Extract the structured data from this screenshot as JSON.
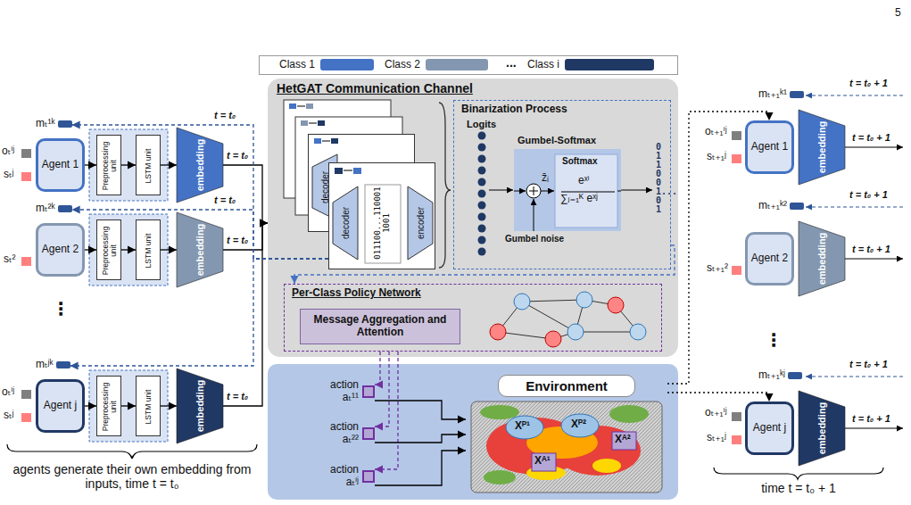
{
  "diagram": {
    "nodes": [
      {
        "text": [
          "mₜ¹ᵏ"
        ]
      },
      {
        "text": [
          "Agent 1"
        ]
      },
      {
        "text": [
          "Preprocessing unit"
        ]
      },
      {
        "text": [
          "LSTM unit"
        ]
      },
      {
        "text": [
          "embedding"
        ]
      },
      {
        "text": [
          "mₜ²ᵏ"
        ]
      },
      {
        "text": [
          "Agent 2"
        ]
      },
      {
        "text": [
          "Preprocessing unit"
        ]
      },
      {
        "text": [
          "LSTM unit"
        ]
      },
      {
        "text": [
          "embedding"
        ]
      },
      {
        "text": [
          "mₜʲᵏ"
        ]
      },
      {
        "text": [
          "Agent j"
        ]
      },
      {
        "text": [
          "Preprocessing unit"
        ]
      },
      {
        "text": [
          "LSTM unit"
        ]
      },
      {
        "text": [
          "embedding"
        ]
      },
      {
        "text": [
          "HetGAT Communication Channel"
        ]
      },
      {
        "text": [
          "decoder"
        ],
        "in": 15
      },
      {
        "text": [
          "decoder",
          "011100...1100011001",
          "encoder"
        ],
        "in": 15
      },
      {
        "text": [
          "Binarization Process",
          "Logits"
        ],
        "in": 15
      },
      {
        "text": [
          "Gumbel-Softmax",
          "Softmax"
        ],
        "in": 18
      },
      {
        "text": [
          "Per-Class Policy Network"
        ],
        "in": 15
      },
      {
        "text": [
          "Message Aggregation and Attention"
        ],
        "in": 20
      },
      {
        "text": [
          "Environment"
        ]
      },
      {
        "text": [
          "action aₜ¹¹"
        ]
      },
      {
        "text": [
          "action aₜ²²"
        ]
      },
      {
        "text": [
          "action aₜⁱʲ"
        ]
      },
      {
        "text": [
          "mₜ₊₁ᵏ¹"
        ]
      },
      {
        "text": [
          "Agent 1"
        ]
      },
      {
        "text": [
          "embedding"
        ]
      },
      {
        "text": [
          "mₜ₊₁ᵏ²"
        ]
      },
      {
        "text": [
          "Agent 2"
        ]
      },
      {
        "text": [
          "embedding"
        ]
      },
      {
        "text": [
          "mₜ₊₁ᵏʲ"
        ]
      },
      {
        "text": [
          "Agent j"
        ]
      },
      {
        "text": [
          "embedding"
        ]
      }
    ],
    "edges": [
      {
        "from": 1,
        "to": 2,
        "arrow": "to"
      },
      {
        "from": 2,
        "to": 3,
        "arrow": "to"
      },
      {
        "from": 3,
        "to": 4,
        "arrow": "to"
      },
      {
        "from": 6,
        "to": 7,
        "arrow": "to"
      },
      {
        "from": 7,
        "to": 8,
        "arrow": "to"
      },
      {
        "from": 8,
        "to": 9,
        "arrow": "to"
      },
      {
        "from": 11,
        "to": 12,
        "arrow": "to"
      },
      {
        "from": 12,
        "to": 13,
        "arrow": "to"
      },
      {
        "from": 13,
        "to": 14,
        "arrow": "to"
      },
      {
        "from": 4,
        "to": 15,
        "arrow": "to"
      },
      {
        "from": 9,
        "to": 15,
        "arrow": "to"
      },
      {
        "from": 14,
        "to": 15,
        "arrow": "to"
      },
      {
        "from": 17,
        "to": 0,
        "arrow": "to"
      },
      {
        "from": 17,
        "to": 5,
        "arrow": "to"
      },
      {
        "from": 17,
        "to": 10,
        "arrow": "to"
      },
      {
        "from": 18,
        "to": 20,
        "arrow": "to"
      },
      {
        "from": 20,
        "to": 23,
        "arrow": "to"
      },
      {
        "from": 20,
        "to": 24,
        "arrow": "to"
      },
      {
        "from": 20,
        "to": 25,
        "arrow": "to"
      },
      {
        "from": 23,
        "to": 22,
        "arrow": "to"
      },
      {
        "from": 24,
        "to": 22,
        "arrow": "to"
      },
      {
        "from": 25,
        "to": 22,
        "arrow": "to"
      },
      {
        "from": 22,
        "to": 27,
        "arrow": "to"
      },
      {
        "from": 22,
        "to": 33,
        "arrow": "to"
      }
    ],
    "labels": [
      "5",
      "...",
      "z̄ᵢ",
      "eˣⁱ",
      "∑ⱼ₌₁ᴷ eˣʲ",
      "Gumbel noise",
      "011001...01",
      "Xᴾ¹",
      "Xᴾ²",
      "Xᴬ²",
      "Xᴬ¹",
      "oₜⁱʲ",
      "sₜʲ",
      "t = t₀",
      "t = t₀",
      "sₜ²",
      "t = t₀",
      "t = t₀",
      "⋮",
      "oₜⁱʲ",
      "sₜʲ",
      "t = t₀",
      "agents generate their own embedding from inputs, time t = t₀",
      "t = t₀ + 1",
      "oₜ₊₁ⁱʲ",
      "sₜ₊₁ʲ",
      "t = t₀ + 1",
      "t = t₀ + 1",
      "sₜ₊₁²",
      "t = t₀ + 1",
      "⋮",
      "t = t₀ + 1",
      "oₜ₊₁ⁱʲ",
      "sₜ₊₁ʲ",
      "t = t₀ + 1",
      "time t = t₀ + 1"
    ],
    "legend": [
      {
        "text": "Class 1",
        "color": "#4472c4"
      },
      {
        "text": "Class 2",
        "color": "#8497b0"
      },
      {
        "text": "Class i",
        "color": "#203864"
      }
    ]
  }
}
